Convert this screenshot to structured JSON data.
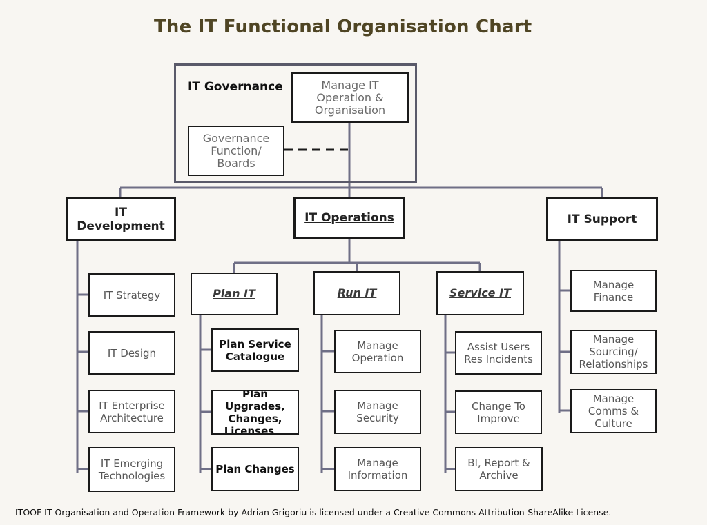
{
  "title": "The IT Functional Organisation Chart",
  "governance": {
    "label": "IT Governance",
    "manage": "Manage IT\nOperation &\nOrganisation",
    "boards": "Governance\nFunction/\nBoards"
  },
  "heads": {
    "development": "IT Development",
    "operations": "IT Operations",
    "support": "IT Support"
  },
  "development_items": [
    "IT Strategy",
    "IT Design",
    "IT Enterprise\nArchitecture",
    "IT Emerging\nTechnologies"
  ],
  "operations_subs": {
    "plan": "Plan IT",
    "run": "Run IT",
    "service": "Service IT"
  },
  "plan_items": [
    "Plan Service\nCatalogue",
    "Plan Upgrades,\nChanges,\nLicenses...",
    "Plan Changes"
  ],
  "run_items": [
    "Manage\nOperation",
    "Manage\nSecurity",
    "Manage\nInformation"
  ],
  "service_items": [
    "Assist Users\nRes Incidents",
    "Change To\nImprove",
    "BI, Report &\nArchive"
  ],
  "support_items": [
    "Manage\nFinance",
    "Manage\nSourcing/\nRelationships",
    "Manage\nComms &\nCulture"
  ],
  "footer": "ITOOF IT Organisation and Operation Framework by Adrian Grigoriu is licensed under a Creative Commons Attribution-ShareAlike License.",
  "colors": {
    "title": "#4f4524",
    "connector": "#6f6f86",
    "box_border": "#1a1a1a",
    "background": "#f8f6f2"
  }
}
